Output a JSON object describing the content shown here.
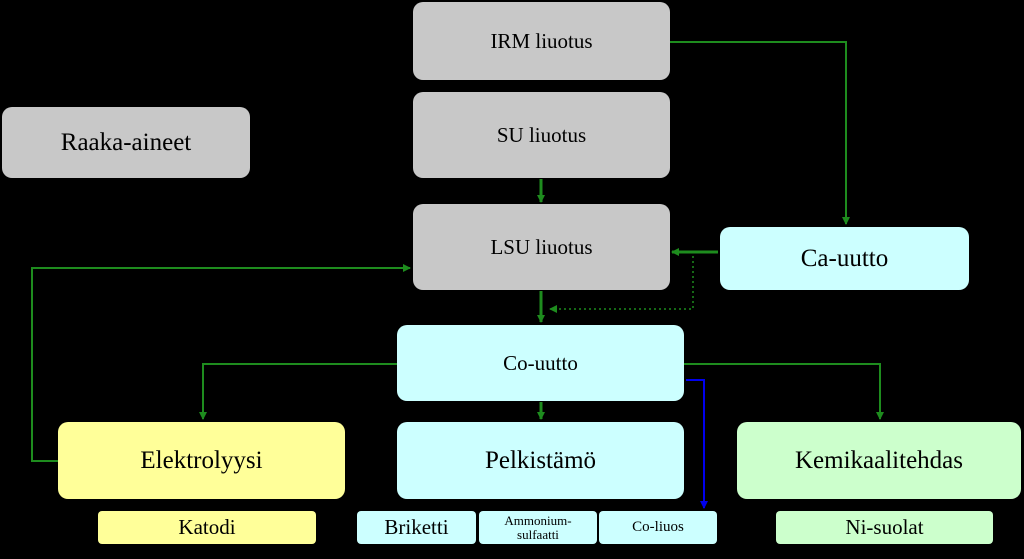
{
  "nodes": {
    "irm": "IRM liuotus",
    "su": "SU liuotus",
    "lsu": "LSU liuotus",
    "raaka": "Raaka-aineet",
    "ca": "Ca-uutto",
    "co": "Co-uutto",
    "elektrolyysi": "Elektrolyysi",
    "pelkistamo": "Pelkistämö",
    "kemikaalitehdas": "Kemikaalitehdas"
  },
  "products": {
    "katodi": "Katodi",
    "briketti": "Briketti",
    "ammonium_line1": "Ammonium-",
    "ammonium_line2": "sulfaatti",
    "coliuos": "Co-liuos",
    "nisuolat": "Ni-suolat"
  },
  "colors": {
    "background": "#000000",
    "process_gray": "#c8c8c8",
    "process_cyan": "#ccffff",
    "process_yellow": "#ffff99",
    "process_green": "#ccffcc",
    "arrow_green": "#1e8c1e",
    "arrow_blue": "#0000ee"
  }
}
